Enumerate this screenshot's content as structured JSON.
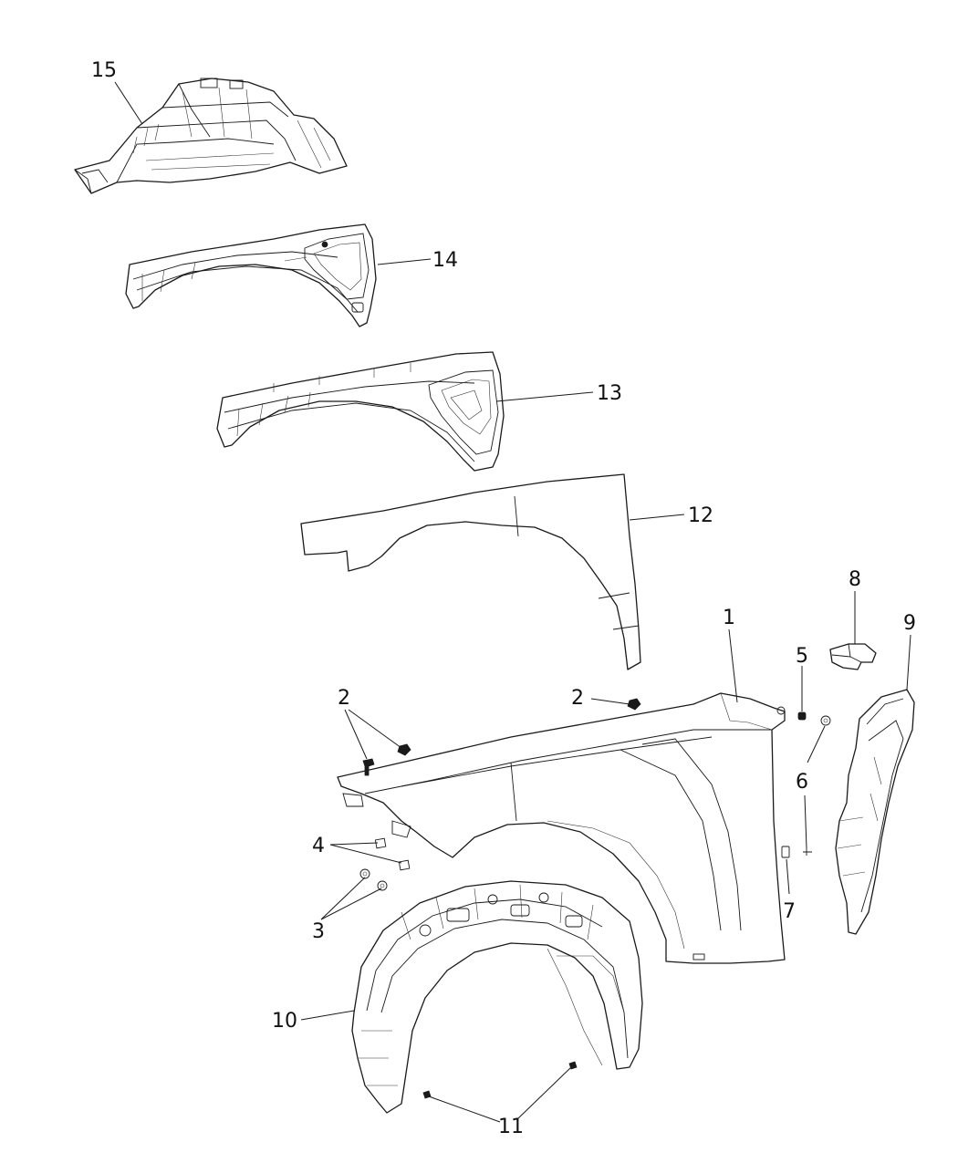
{
  "callouts": {
    "c1": "1",
    "c2a": "2",
    "c2b": "2",
    "c3": "3",
    "c4": "4",
    "c5": "5",
    "c6": "6",
    "c7": "7",
    "c8": "8",
    "c9": "9",
    "c10": "10",
    "c11": "11",
    "c12": "12",
    "c13": "13",
    "c14": "14",
    "c15": "15"
  }
}
